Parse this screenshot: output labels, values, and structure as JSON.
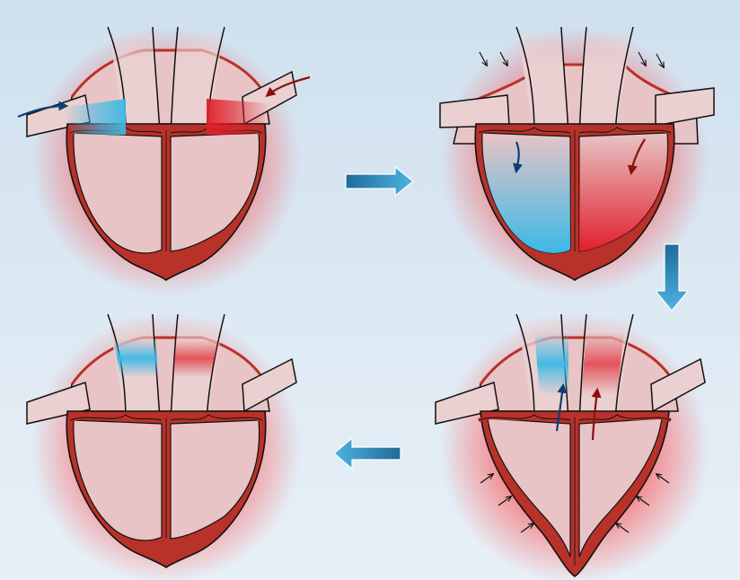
{
  "diagram": {
    "type": "cardiac-cycle",
    "panels": [
      {
        "id": "atrial-filling",
        "inflow": true,
        "atria_contracting": false,
        "ventricles_contracting": false,
        "ventricle_fill": false,
        "outflow": false
      },
      {
        "id": "atrial-contraction",
        "inflow": false,
        "atria_contracting": true,
        "ventricles_contracting": false,
        "ventricle_fill": true,
        "outflow": false
      },
      {
        "id": "ventricular-contraction",
        "inflow": false,
        "atria_contracting": false,
        "ventricles_contracting": true,
        "ventricle_fill": false,
        "outflow": true
      },
      {
        "id": "relaxation",
        "inflow": false,
        "atria_contracting": false,
        "ventricles_contracting": false,
        "ventricle_fill": false,
        "outflow": false,
        "vessel_blood": true
      }
    ],
    "flow_order": [
      "right",
      "down",
      "left"
    ]
  },
  "colors": {
    "muscle": "#b8322a",
    "muscle_dark": "#7a1414",
    "tissue": "#e8c4c6",
    "vessel": "#ead0d1",
    "deoxygenated": "#3bb9e6",
    "oxygenated": "#e0202a",
    "arrow_blue": "#0f3d73",
    "arrow_red": "#8b1010",
    "step_arrow": "#2a7aaa",
    "glow": "#ff3b3b"
  }
}
